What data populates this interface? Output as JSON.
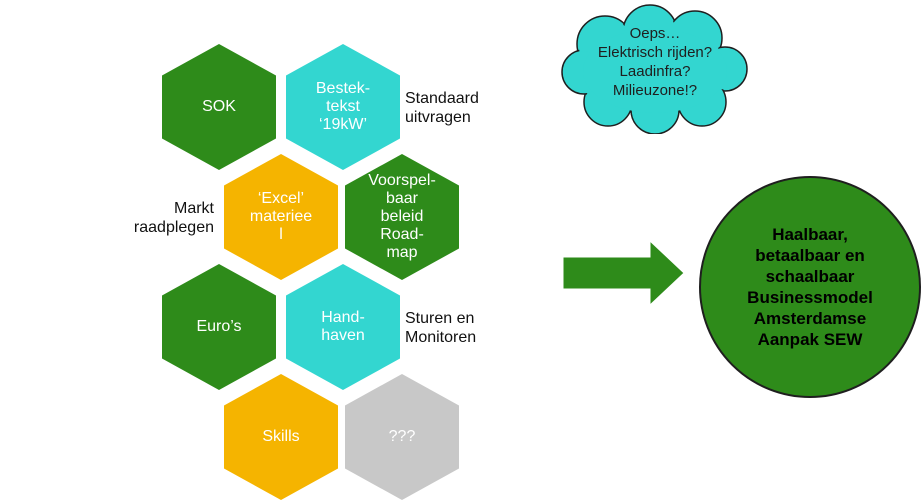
{
  "hexagons": {
    "sok": {
      "label": "SOK",
      "color": "#2e8b1a"
    },
    "bestektekst": {
      "label": "Bestek-\ntekst\n‘19kW’",
      "color": "#33d6d0"
    },
    "excel": {
      "label": "‘Excel’\nmateriee\nl",
      "color": "#f5b400"
    },
    "voorspelbaar": {
      "label": "Voorspel-\nbaar\nbeleid\nRoad-\nmap",
      "color": "#2e8b1a"
    },
    "euros": {
      "label": "Euro’s",
      "color": "#2e8b1a"
    },
    "handhaven": {
      "label": "Hand-\nhaven",
      "color": "#33d6d0"
    },
    "skills": {
      "label": "Skills",
      "color": "#f5b400"
    },
    "unknown": {
      "label": "???",
      "color": "#c8c8c8"
    }
  },
  "labels": {
    "standaard": "Standaard\nuitvragen",
    "markt": "Markt\nraadplegen",
    "sturen": "Sturen en\nMonitoren"
  },
  "cloud": {
    "text": "Oeps…\nElektrisch  rijden?\nLaadinfra?\nMilieuzone!?",
    "color": "#33d6d0"
  },
  "arrow": {
    "icon": "right-arrow-icon",
    "color": "#2e8b1a"
  },
  "goal": {
    "text": "Haalbaar,\nbetaalbaar en\nschaalbaar\nBusinessmodel\nAmsterdamse\nAanpak SEW",
    "color": "#2e8b1a"
  }
}
